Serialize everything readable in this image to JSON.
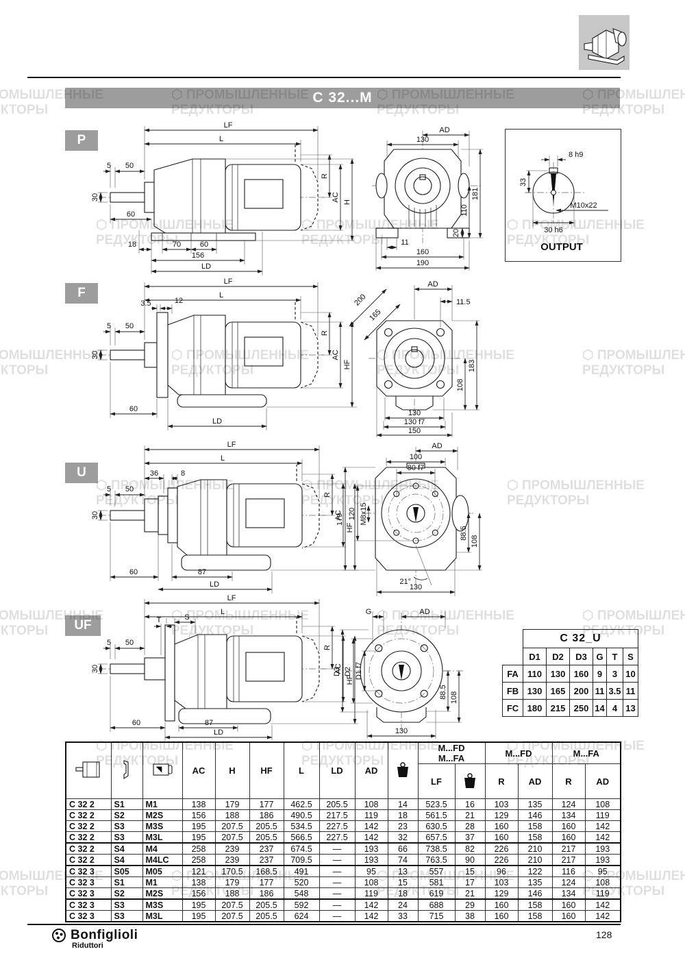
{
  "page": {
    "number": "128"
  },
  "header": {
    "title": "C 32...M"
  },
  "watermark": {
    "line1": "ПРОМЫШЛЕННЫЕ",
    "line2": "РЕДУКТОРЫ"
  },
  "footer": {
    "brand": "Bonfiglioli",
    "sub": "Riduttori"
  },
  "sections": {
    "p": {
      "label": "P",
      "side": {
        "lf": "LF",
        "l": "L",
        "d5": "5",
        "d50": "50",
        "d30": "30",
        "d60": "60",
        "d18": "18",
        "d70": "70",
        "d60b": "60",
        "d156": "156",
        "ld": "LD",
        "r": "R",
        "ac": "AC",
        "h": "H"
      },
      "front": {
        "ad": "AD",
        "d130": "130",
        "d181": "181",
        "d110": "110",
        "d20": "20",
        "d11": "11",
        "d160": "160",
        "d190": "190"
      },
      "output": {
        "d8": "8 h9",
        "d33": "33",
        "m": "M10x22",
        "d30": "30 h6",
        "label": "OUTPUT"
      }
    },
    "f": {
      "label": "F",
      "side": {
        "lf": "LF",
        "l": "L",
        "d35": "3.5",
        "d12": "12",
        "d5": "5",
        "d50": "50",
        "d30": "30",
        "d60": "60",
        "ld": "LD",
        "r": "R",
        "ac": "AC",
        "hf": "HF"
      },
      "front": {
        "ad": "AD",
        "d115": "11.5",
        "d200": "200",
        "d165": "165",
        "d183": "183",
        "d108": "108",
        "d130": "130",
        "d130f7": "130 f7",
        "d150": "150"
      }
    },
    "u": {
      "label": "U",
      "side": {
        "lf": "LF",
        "l": "L",
        "d36": "36",
        "d8": "8",
        "d5": "5",
        "d50": "50",
        "d30": "30",
        "d60": "60",
        "d87": "87",
        "ld": "LD",
        "r": "R",
        "ac": "AC",
        "hf": "HF"
      },
      "front": {
        "ad": "AD",
        "d100": "100",
        "d80": "80 f7",
        "d179": "179",
        "d120": "120",
        "m8": "M8x15",
        "d885": "88.5",
        "d108": "108",
        "d21": "21°",
        "d130": "130"
      }
    },
    "uf": {
      "label": "UF",
      "side": {
        "lf": "LF",
        "l": "L",
        "t": "T",
        "s": "S",
        "d5": "5",
        "d50": "50",
        "d30": "30",
        "d60": "60",
        "d87": "87",
        "ld": "LD",
        "r": "R",
        "ac": "AC",
        "hf": "HF"
      },
      "front": {
        "g": "G",
        "ad": "AD",
        "d3": "D3",
        "d2": "D2",
        "d1": "D1 f7",
        "d885": "88.5",
        "d108": "108",
        "d130": "130"
      }
    }
  },
  "c32u_table": {
    "title": "C 32_U",
    "headers": [
      "D1",
      "D2",
      "D3",
      "G",
      "T",
      "S"
    ],
    "rows": [
      {
        "name": "FA",
        "values": [
          "110",
          "130",
          "160",
          "9",
          "3",
          "10"
        ]
      },
      {
        "name": "FB",
        "values": [
          "130",
          "165",
          "200",
          "11",
          "3.5",
          "11"
        ]
      },
      {
        "name": "FC",
        "values": [
          "180",
          "215",
          "250",
          "14",
          "4",
          "13"
        ]
      }
    ]
  },
  "bigtable": {
    "kg_label": "Kg",
    "groups": {
      "fd_fa1": "M...FD",
      "fd_fa2": "M...FA",
      "fd": "M...FD",
      "fa": "M...FA"
    },
    "columns": [
      "AC",
      "H",
      "HF",
      "L",
      "LD",
      "AD",
      "Kg",
      "LF",
      "Kg",
      "R",
      "AD",
      "R",
      "AD"
    ],
    "icons": [
      "gearbox-icon",
      "flange-icon",
      "motor-icon"
    ],
    "rows": [
      [
        "C 32 2",
        "S1",
        "M1",
        "138",
        "179",
        "177",
        "462.5",
        "205.5",
        "108",
        "14",
        "523.5",
        "16",
        "103",
        "135",
        "124",
        "108"
      ],
      [
        "C 32 2",
        "S2",
        "M2S",
        "156",
        "188",
        "186",
        "490.5",
        "217.5",
        "119",
        "18",
        "561.5",
        "21",
        "129",
        "146",
        "134",
        "119"
      ],
      [
        "C 32 2",
        "S3",
        "M3S",
        "195",
        "207.5",
        "205.5",
        "534.5",
        "227.5",
        "142",
        "23",
        "630.5",
        "28",
        "160",
        "158",
        "160",
        "142"
      ],
      [
        "C 32 2",
        "S3",
        "M3L",
        "195",
        "207.5",
        "205.5",
        "566.5",
        "227.5",
        "142",
        "32",
        "657.5",
        "37",
        "160",
        "158",
        "160",
        "142"
      ],
      [
        "C 32 2",
        "S4",
        "M4",
        "258",
        "239",
        "237",
        "674.5",
        "—",
        "193",
        "66",
        "738.5",
        "82",
        "226",
        "210",
        "217",
        "193"
      ],
      [
        "C 32 2",
        "S4",
        "M4LC",
        "258",
        "239",
        "237",
        "709.5",
        "—",
        "193",
        "74",
        "763.5",
        "90",
        "226",
        "210",
        "217",
        "193"
      ],
      [
        "C 32 3",
        "S05",
        "M05",
        "121",
        "170.5",
        "168.5",
        "491",
        "—",
        "95",
        "13",
        "557",
        "15",
        "96",
        "122",
        "116",
        "95"
      ],
      [
        "C 32 3",
        "S1",
        "M1",
        "138",
        "179",
        "177",
        "520",
        "—",
        "108",
        "15",
        "581",
        "17",
        "103",
        "135",
        "124",
        "108"
      ],
      [
        "C 32 3",
        "S2",
        "M2S",
        "156",
        "188",
        "186",
        "548",
        "—",
        "119",
        "18",
        "619",
        "21",
        "129",
        "146",
        "134",
        "119"
      ],
      [
        "C 32 3",
        "S3",
        "M3S",
        "195",
        "207.5",
        "205.5",
        "592",
        "—",
        "142",
        "24",
        "688",
        "29",
        "160",
        "158",
        "160",
        "142"
      ],
      [
        "C 32 3",
        "S3",
        "M3L",
        "195",
        "207.5",
        "205.5",
        "624",
        "—",
        "142",
        "33",
        "715",
        "38",
        "160",
        "158",
        "160",
        "142"
      ]
    ],
    "thick_after": [
      3,
      5,
      8
    ]
  }
}
